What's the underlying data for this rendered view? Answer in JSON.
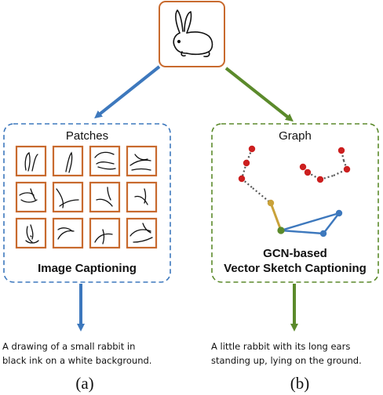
{
  "colors": {
    "frame_orange": "#c86a2e",
    "arrow_blue": "#3d78bd",
    "arrow_green": "#5b8a2b",
    "box_blue_dash": "#3d78bd",
    "box_green_dash": "#5b8a2b",
    "node_red": "#cc1f1f",
    "node_olive": "#c9a23a",
    "node_green": "#5b8a2b",
    "node_blue": "#3d78bd",
    "edge_grey": "#555555"
  },
  "top_image": {
    "icon": "rabbit-sketch-icon"
  },
  "left_panel": {
    "heading": "Patches",
    "label": "Image Captioning",
    "patch_icons": "rabbit-patch-icon"
  },
  "right_panel": {
    "heading": "Graph",
    "label_line1": "GCN-based",
    "label_line2": "Vector Sketch Captioning"
  },
  "captions": {
    "left_line1": "A drawing of a small rabbit in",
    "left_line2": "black ink on a white background.",
    "right_line1": "A little rabbit with its long ears",
    "right_line2": "standing up, lying on the ground."
  },
  "sublabels": {
    "a": "(a)",
    "b": "(b)"
  }
}
